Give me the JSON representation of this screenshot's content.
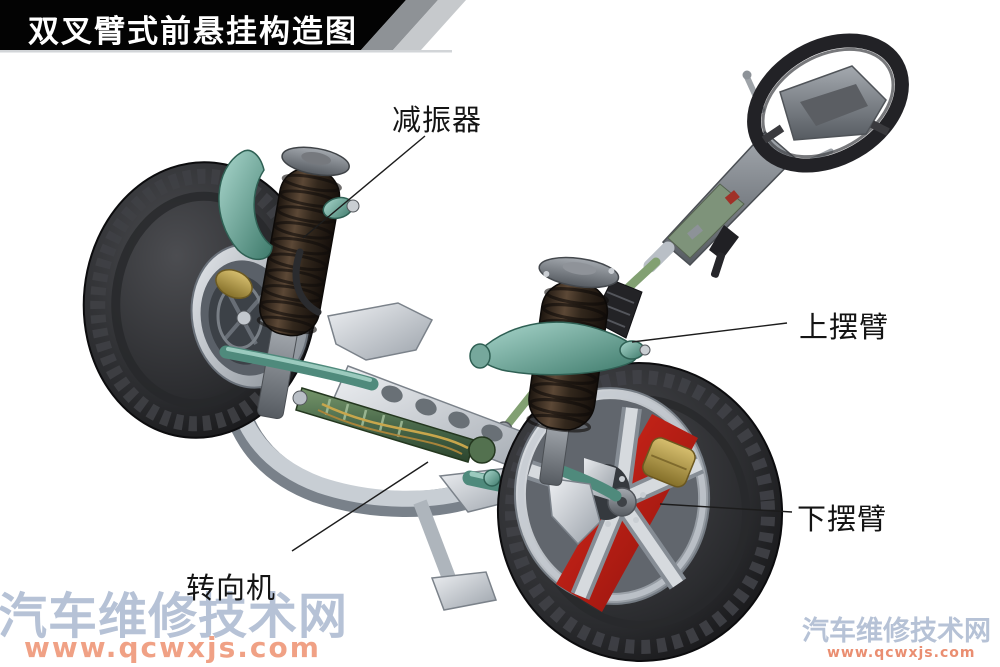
{
  "title": "双叉臂式前悬挂构造图",
  "callouts": [
    {
      "id": "shock-absorber",
      "text": "减振器"
    },
    {
      "id": "upper-control-arm",
      "text": "上摆臂"
    },
    {
      "id": "lower-control-arm",
      "text": "下摆臂"
    },
    {
      "id": "steering-gear",
      "text": "转向机"
    }
  ],
  "watermarks": {
    "bottom_left": {
      "name": "汽车维修技术网",
      "url": "www.qcwxjs.com"
    },
    "bottom_right": {
      "name": "汽车维修技术网",
      "url": "www.qcwxjs.com"
    }
  },
  "colors": {
    "banner_bg": "#000000",
    "banner_text": "#ffffff",
    "label_text": "#141414",
    "watermark_blue": "#b6c2d6",
    "watermark_orange": "#f0a185",
    "teal_parts": "#4f8a7c",
    "red_brake_shield": "#c01d14",
    "gold_caliper": "#b89b4a",
    "rack_green": "#4a6b4a"
  },
  "illustration_parts": [
    "steering-wheel",
    "steering-column",
    "steering-shaft",
    "front-subframe",
    "steering-rack",
    "left-wheel",
    "shock-absorber-strut-left",
    "shock-absorber-strut-center",
    "upper-wishbone",
    "lower-wishbone",
    "right-wheel",
    "brake-caliper",
    "brake-splash-shield"
  ]
}
